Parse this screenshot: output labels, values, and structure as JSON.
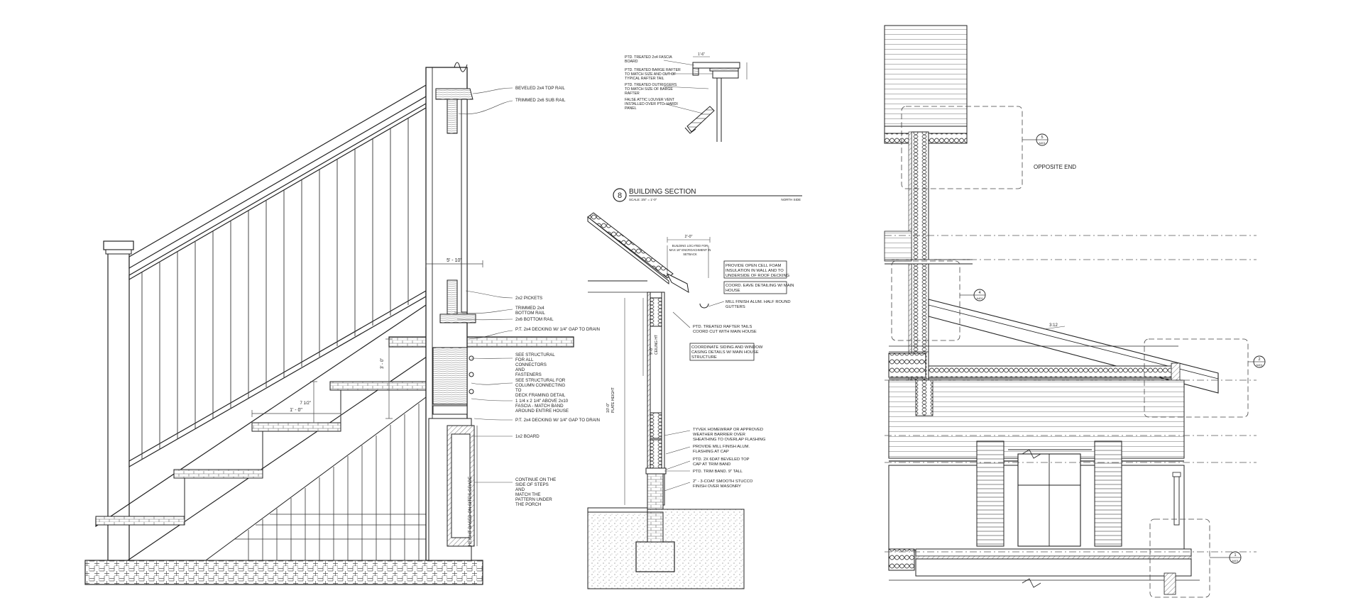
{
  "stair": {
    "notes": [
      "BEVELED 2x4 TOP RAIL",
      "TRIMMED 2x6 SUB RAIL",
      "2x2 PICKETS",
      "TRIMMED 2x4",
      "BOTTOM RAIL",
      "2x6 BOTTOM RAIL",
      "P.T. 2x4 DECKING W/ 1/4\" GAP TO DRAIN",
      "SEE STRUCTURAL",
      "FOR ALL",
      "CONNECTORS",
      "AND",
      "FASTENERS",
      "SEE STRUCTURAL FOR",
      "COLUMN CONNECTING",
      "TO",
      "DECK FRAMING DETAIL",
      "1 1/4 x 2 1/4\" ABOVE 2x10",
      "FASCIA - MATCH BAND",
      "AROUND ENTIRE HOUSE",
      "P.T. 2x4 DECKING W/ 1/4\" GAP TO DRAIN",
      "1x2 BOARD",
      "CONTINUE ON THE",
      "SIDE OF STEPS",
      "AND",
      "MATCH THE",
      "PATTERN UNDER",
      "THE PORCH"
    ],
    "dims": {
      "top_width": "5' - 10\"",
      "tread": "1' - 0\"",
      "rise": "7 1/2\"",
      "height_vertical": "3' - 0\"",
      "post_height": "HEIGHT BASED ON SITE'S GRADE"
    }
  },
  "eave_detail": {
    "notes": [
      "PTD. TREATED 2x4 FASCIA",
      "BOARD",
      "PTD. TREATED BARGE RAFTER",
      "TO MATCH SIZE AND CUT OF",
      "TYPICAL RAFTER TAIL",
      "PTD. TREATED OUTRIGGERS",
      "TO MATCH SIZE OF BARGE",
      "RAFTER",
      "FALSE ATTIC LOUVER VENT",
      "INSTALLED OVER PTD. HARDI",
      "PANEL"
    ],
    "dim": "1'-6\""
  },
  "section": {
    "number": "8",
    "title": "BUILDING SECTION",
    "scale": "SCALE: 3/4\" = 1'-0\"",
    "north": "NORTH SIDE",
    "notes": [
      "PROVIDE OPEN CELL FOAM",
      "INSULATION IN WALL AND TO",
      "UNDERSIDE OF ROOF DECKING",
      "COORD. EAVE DETAILING W/ MAIN",
      "HOUSE",
      "MILL FINISH ALUM. HALF ROUND",
      "GUTTERS",
      "PTD. TREATED RAFTER TAILS",
      "COORD CUT WITH MAIN HOUSE",
      "COORDINATE SIDING AND WINDOW",
      "CASING DETAILS W/ MAIN HOUSE",
      "STRUCTURE",
      "TYVEK HOMEWRAP OR APPROVED",
      "WEATHER BARRIER OVER",
      "SHEATHING TO OVERLAP FLASHING",
      "PROVIDE MILL FINISH ALUM.",
      "FLASHING AT CAP",
      "PTD. 2X 6DAT BEVELED TOP",
      "CAP AT TRIM BAND",
      "PTD. TRIM BAND. 9\" TALL",
      "2\" - 3-COAT SMOOTH STUCCO",
      "FINISH OVER MASONRY"
    ],
    "dims": {
      "overhang": "2'-0\"",
      "building_note_1": "BUILDING LOCATED FOR",
      "building_note_2": "MAX 16\" ENCROACHMENT IN",
      "building_note_3": "SETBACK",
      "ceiling": "9'-0\"",
      "ceiling_label": "CEILING HT",
      "plate": "10'-0\"",
      "plate_label": "PLATE HEIGHT"
    }
  },
  "elevation": {
    "opposite_end": "OPPOSITE END",
    "pitch": "3:12",
    "callouts": [
      {
        "num": "5",
        "sheet": "A401"
      },
      {
        "num": "4",
        "sheet": "A401"
      },
      {
        "num": "2",
        "sheet": "A401"
      },
      {
        "num": "1",
        "sheet": "A401"
      }
    ]
  }
}
